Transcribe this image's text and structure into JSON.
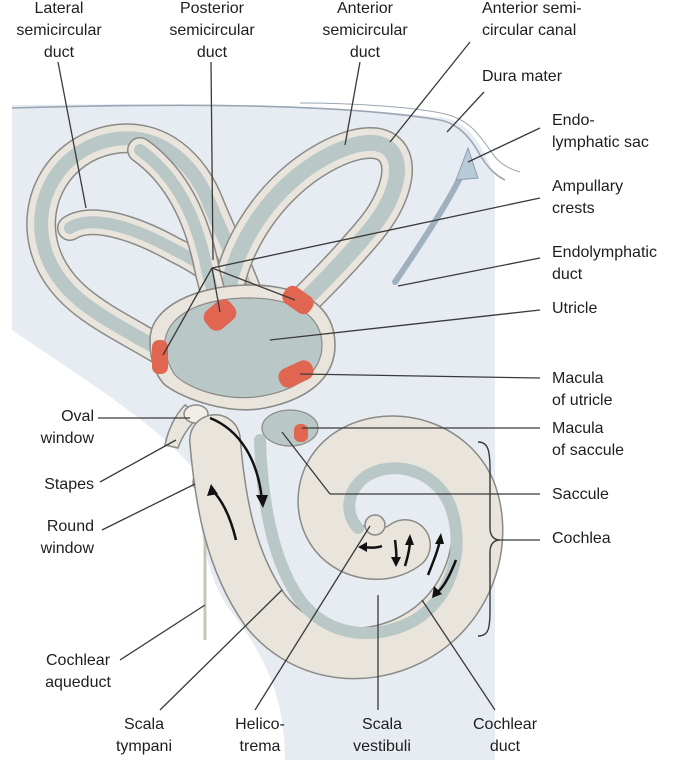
{
  "labels": {
    "lateral_duct": [
      "Lateral",
      "semicircular",
      "duct"
    ],
    "posterior_duct": [
      "Posterior",
      "semicircular",
      "duct"
    ],
    "anterior_duct": [
      "Anterior",
      "semicircular",
      "duct"
    ],
    "anterior_canal": [
      "Anterior semi-",
      "circular canal"
    ],
    "dura_mater": [
      "Dura mater"
    ],
    "endolymphatic_sac": [
      "Endo-",
      "lymphatic sac"
    ],
    "ampullary_crests": [
      "Ampullary",
      "crests"
    ],
    "endolymphatic_duct": [
      "Endolymphatic",
      "duct"
    ],
    "utricle": [
      "Utricle"
    ],
    "macula_utricle": [
      "Macula",
      "of utricle"
    ],
    "macula_saccule": [
      "Macula",
      "of saccule"
    ],
    "saccule": [
      "Saccule"
    ],
    "cochlea": [
      "Cochlea"
    ],
    "oval_window": [
      "Oval",
      "window"
    ],
    "stapes": [
      "Stapes"
    ],
    "round_window": [
      "Round",
      "window"
    ],
    "cochlear_aqueduct": [
      "Cochlear",
      "aqueduct"
    ],
    "scala_tympani": [
      "Scala",
      "tympani"
    ],
    "helicotrema": [
      "Helico-",
      "trema"
    ],
    "scala_vestibuli": [
      "Scala",
      "vestibuli"
    ],
    "cochlear_duct": [
      "Cochlear",
      "duct"
    ]
  },
  "colors": {
    "bone_bg": "#e7ecf3",
    "perilymph": "#e9e5dd",
    "duct_fill": "#b9c8c6",
    "outline": "#8a8a86",
    "sensory": "#e06652",
    "leader": "#3a3a3a"
  }
}
